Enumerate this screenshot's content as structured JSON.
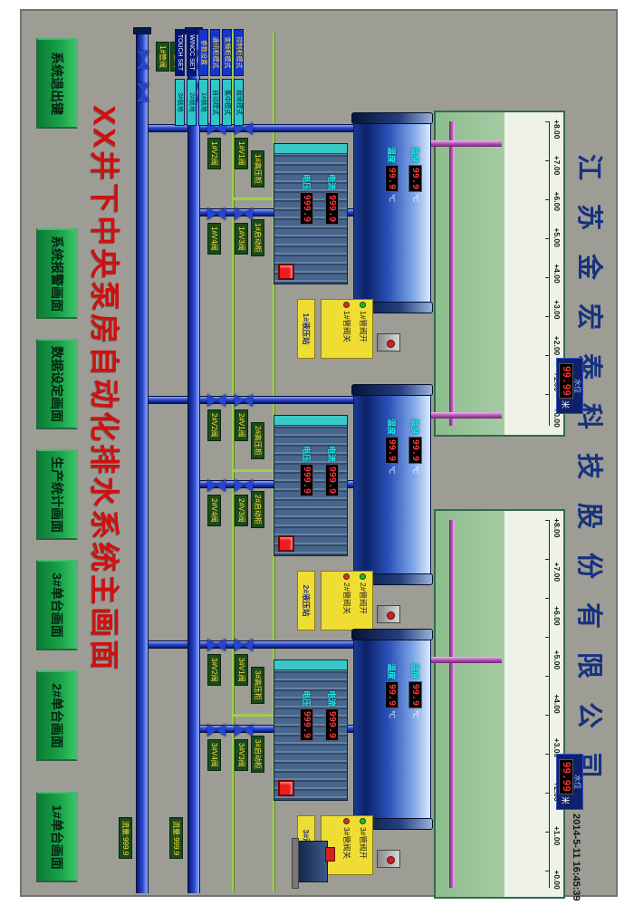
{
  "colors": {
    "background_gray": "#9d9d95",
    "menu_green": "#18a048",
    "title_red": "#d01010",
    "company_blue": "#17327d",
    "pipe_blue": "#2c4ad0",
    "suction_pink": "#b455b4",
    "digit_red": "#ff3838",
    "tag_green": "#1c4a1c",
    "tag_yellow": "#ffe23c"
  },
  "banner": {
    "company": "江苏金宏泰科技股份有限公司",
    "datetime": "2014-5-11  16:45:39"
  },
  "title": "XX井下中央泵房自动化排水系统主画面",
  "menu": [
    "系统退出键",
    "系统报警画面",
    "数据设定画面",
    "生产统计画面",
    "3#单台画面",
    "2#单台画面",
    "1#单台画面"
  ],
  "modes": [
    [
      "控制柜模式",
      "就地模式"
    ],
    [
      "变频柜模式",
      "集中模式"
    ],
    [
      "通讯柜模式",
      "自动模式"
    ],
    [
      "参数设置",
      "1#就地"
    ],
    [
      "WINCC SET",
      "2#就地"
    ],
    [
      "TOUCH SET",
      "3#就地"
    ]
  ],
  "sumps": [
    {
      "scale": [
        "+8.00",
        "+7.00",
        "+6.00",
        "+5.00",
        "+4.00",
        "+3.00",
        "+2.00",
        "+1.00",
        "+0.00"
      ],
      "level_label": "水位",
      "level_value": "99.99",
      "level_unit": "米"
    },
    {
      "scale": [
        "+8.00",
        "+7.00",
        "+6.00",
        "+5.00",
        "+4.00",
        "+3.00",
        "+2.00",
        "+1.00",
        "+0.00"
      ],
      "level_label": "水位",
      "level_value": "99.99",
      "level_unit": "米"
    }
  ],
  "units": [
    {
      "temp_label": "温度",
      "temp1": "99.9",
      "temp2": "99.9",
      "temp_unit": "℃",
      "current_label": "电流",
      "current": "999.9",
      "voltage_label": "电压",
      "voltage": "999.9",
      "valve_tags": [
        "1#V1阀",
        "1#V2阀",
        "1#V3阀",
        "1#V4阀"
      ],
      "hv_tag": "1#高压柜",
      "start_tag": "1#启动柜",
      "panel_open": "1#管阀开",
      "panel_close": "1#管阀关",
      "hydraulic": "1#液压站"
    },
    {
      "temp_label": "温度",
      "temp1": "99.9",
      "temp2": "99.9",
      "temp_unit": "℃",
      "current_label": "电流",
      "current": "999.9",
      "voltage_label": "电压",
      "voltage": "999.9",
      "valve_tags": [
        "2#V1阀",
        "2#V2阀",
        "2#V3阀",
        "2#V4阀"
      ],
      "hv_tag": "2#高压柜",
      "start_tag": "2#启动柜",
      "panel_open": "2#管阀开",
      "panel_close": "2#管阀关",
      "hydraulic": "2#液压站"
    },
    {
      "temp_label": "温度",
      "temp1": "99.9",
      "temp2": "99.9",
      "temp_unit": "℃",
      "current_label": "电流",
      "current": "999.9",
      "voltage_label": "电压",
      "voltage": "999.9",
      "valve_tags": [
        "3#V1阀",
        "3#V2阀",
        "3#V3阀",
        "3#V4阀"
      ],
      "hv_tag": "3#高压柜",
      "start_tag": "3#启动柜",
      "panel_open": "3#管阀开",
      "panel_close": "3#管阀关",
      "hydraulic": "3#液压站"
    }
  ],
  "pipes": {
    "main_tags": [
      "1#管阀",
      "2#管阀"
    ],
    "flow1": "流量:999.9",
    "flow2": "流量:999.9"
  }
}
